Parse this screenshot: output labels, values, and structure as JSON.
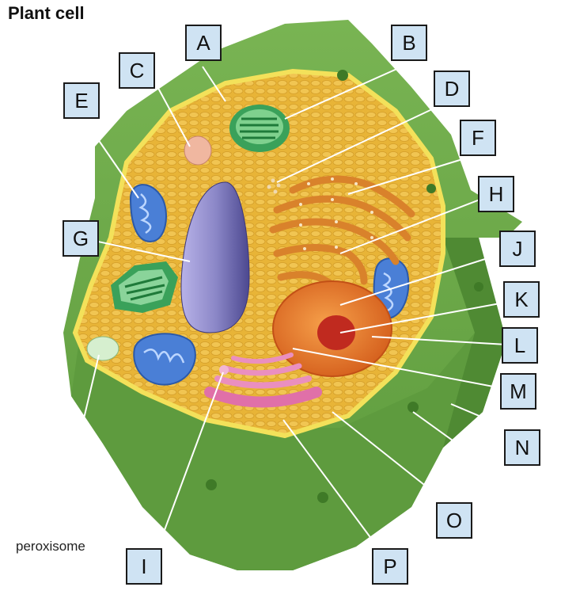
{
  "title": "Plant cell",
  "caption": "peroxisome",
  "labels": {
    "A": "A",
    "B": "B",
    "C": "C",
    "D": "D",
    "E": "E",
    "F": "F",
    "G": "G",
    "H": "H",
    "I": "I",
    "J": "J",
    "K": "K",
    "L": "L",
    "M": "M",
    "N": "N",
    "O": "O",
    "P": "P"
  },
  "colors": {
    "cell_wall": "#6fa84a",
    "cytoplasm": "#e8b437",
    "membrane": "#f3e15a",
    "nucleus": "#e8782a",
    "nucleolus": "#c02a1f",
    "vacuole": "#8c88c8",
    "mitochondria": "#4a7fd6",
    "chloroplast": "#3aa15a",
    "golgi": "#e070a8",
    "er": "#d9822b",
    "label_box": "#cfe3f3"
  }
}
